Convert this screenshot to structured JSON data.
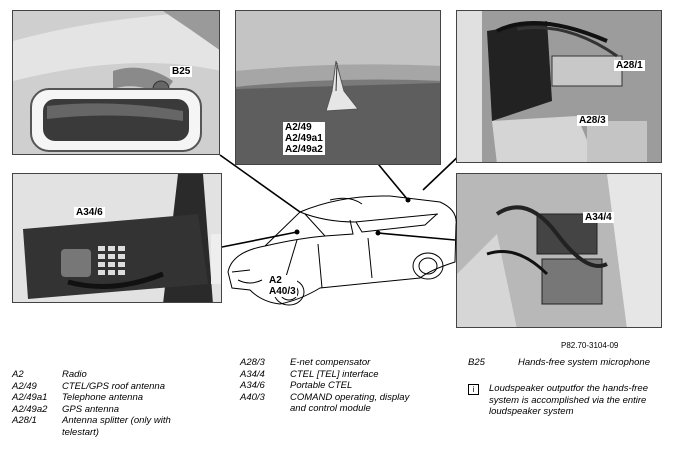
{
  "callouts": {
    "b25": "B25",
    "a2_49": "A2/49\nA2/49a1\nA2/49a2",
    "a28_1": "A28/1",
    "a28_3": "A28/3",
    "a34_6": "A34/6",
    "a34_4": "A34/4",
    "a2_a40": "A2\nA40/3"
  },
  "reference": "P82.70-3104-09",
  "legend": {
    "col1": [
      {
        "code": "A2",
        "desc": "Radio"
      },
      {
        "code": "A2/49",
        "desc": "CTEL/GPS roof antenna"
      },
      {
        "code": "A2/49a1",
        "desc": "Telephone antenna"
      },
      {
        "code": "A2/49a2",
        "desc": "GPS antenna"
      },
      {
        "code": "A28/1",
        "desc": "Antenna splitter (only with\ntelestart)"
      }
    ],
    "col2": [
      {
        "code": "A28/3",
        "desc": "E-net compensator"
      },
      {
        "code": "A34/4",
        "desc": "CTEL [TEL] interface"
      },
      {
        "code": "A34/6",
        "desc": "Portable CTEL"
      },
      {
        "code": "A40/3",
        "desc": "COMAND operating, display\nand control module"
      }
    ],
    "col3": [
      {
        "code": "B25",
        "desc": "Hands-free system microphone"
      }
    ]
  },
  "note": {
    "icon": "i",
    "text": "Loudspeaker outputfor the hands-free system is accomplished via the entire loudspeaker system"
  }
}
